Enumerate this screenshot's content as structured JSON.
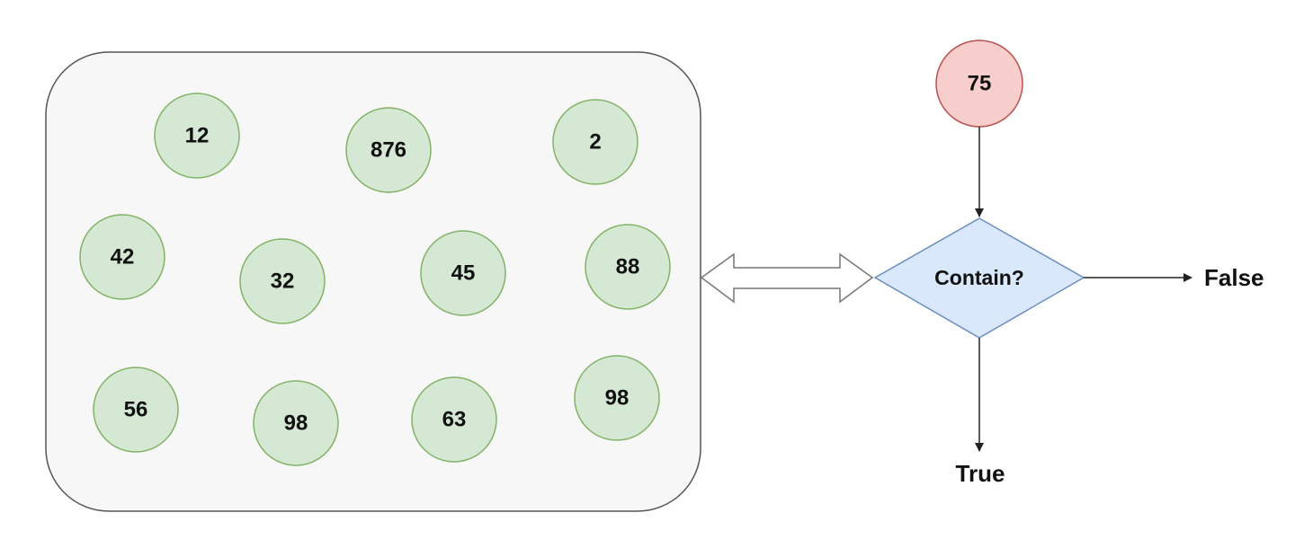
{
  "set": {
    "items": [
      "12",
      "876",
      "2",
      "42",
      "32",
      "45",
      "88",
      "56",
      "98",
      "63",
      "98"
    ]
  },
  "query": {
    "value": "75"
  },
  "decision": {
    "label": "Contain?"
  },
  "outcomes": {
    "false_label": "False",
    "true_label": "True"
  },
  "colors": {
    "set_item_fill": "#d5e8d4",
    "set_item_stroke": "#82b366",
    "query_fill": "#f8cecc",
    "query_stroke": "#b85450",
    "decision_fill": "#dae8fc",
    "decision_stroke": "#6c8ebf",
    "false_color": "#e84a4a",
    "true_color": "#97d077"
  }
}
